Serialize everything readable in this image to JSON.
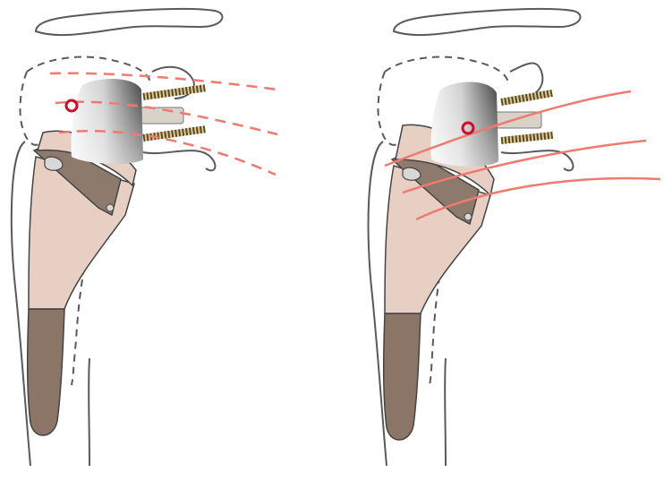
{
  "figure": {
    "panels": [
      {
        "id": "left",
        "muscle_line_style": "dashed",
        "center_of_rotation_marker": "circle"
      },
      {
        "id": "right",
        "muscle_line_style": "solid",
        "center_of_rotation_marker": "circle"
      }
    ],
    "colors": {
      "bone_outline": "#555555",
      "acromion_dashed": "#555555",
      "humeral_stem": "#e6cbbf",
      "stem_distal": "#8a7566",
      "glenosphere_light": "#f2f2f2",
      "glenosphere_dark": "#4a4a4a",
      "screw": "#6b5a2a",
      "muscle_line": "#f07a70",
      "rotation_center": "#c8102e"
    }
  }
}
